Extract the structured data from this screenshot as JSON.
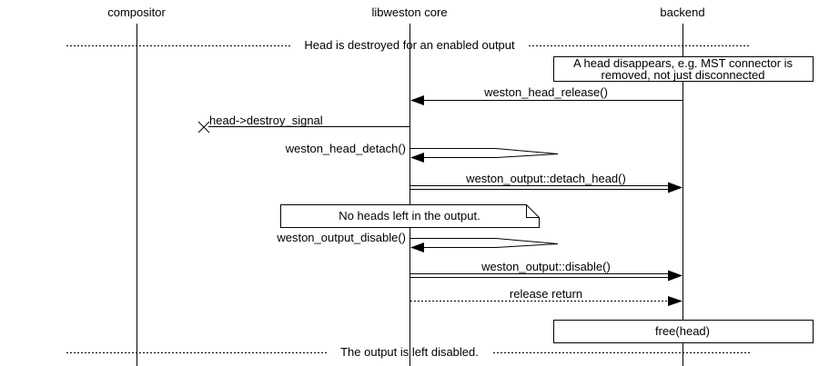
{
  "colors": {
    "ink": "#000000",
    "bg": "#ffffff"
  },
  "participants": [
    {
      "name": "compositor"
    },
    {
      "name": "libweston core"
    },
    {
      "name": "backend"
    }
  ],
  "dividers": {
    "top": "Head is destroyed for an enabled output",
    "bottom": "The output is left disabled."
  },
  "notes": {
    "head_disappears_line1": "A head disappears, e.g. MST connector is",
    "head_disappears_line2": "removed, not just disconnected",
    "no_heads": "No heads left in the output."
  },
  "messages": {
    "head_release": "weston_head_release()",
    "destroy_signal": "head->destroy_signal",
    "head_detach": "weston_head_detach()",
    "detach_head": "weston_output::detach_head()",
    "output_disable": "weston_output_disable()",
    "disable_method": "weston_output::disable()",
    "release_return": "release return",
    "free_head": "free(head)"
  }
}
